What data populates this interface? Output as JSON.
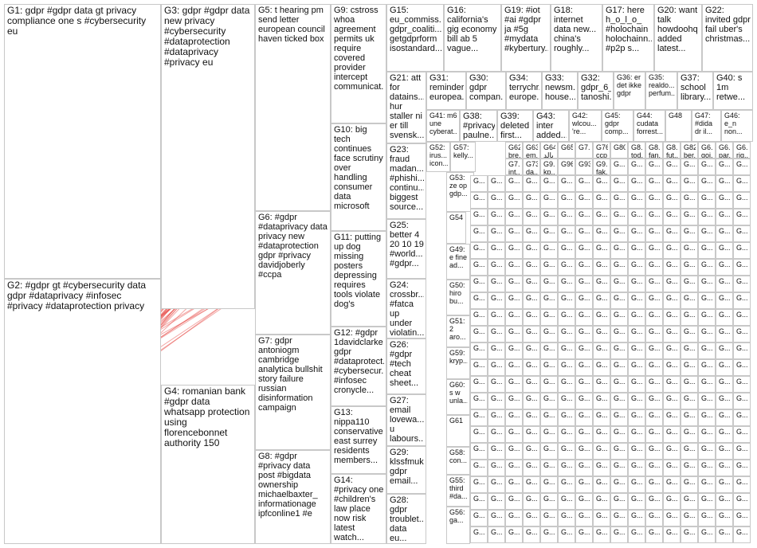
{
  "groups": [
    {
      "id": "G1",
      "label": "G1: gdpr #gdpr data gt privacy compliance one s #cybersecurity eu",
      "color": "#1a237e",
      "node_type": "grid"
    },
    {
      "id": "G2",
      "label": "G2: #gdpr gt #cybersecurity data gdpr #dataprivacy #infosec #privacy #dataprotection privacy",
      "color": "#1565c0",
      "node_type": "radial"
    },
    {
      "id": "G3",
      "label": "G3: gdpr #gdpr data new privacy #cybersecurity #dataprotection #dataprivacy #privacy eu",
      "color": "#1b5e20",
      "node_type": "ellipse"
    },
    {
      "id": "G4",
      "label": "G4: romanian bank #gdpr data whatsapp protection using florencebonnet authority 150",
      "color": "#2e7d32",
      "node_type": "cluster"
    },
    {
      "id": "G5",
      "label": "G5: t hearing pm send letter european council haven ticked box",
      "color": "#b71c1c",
      "node_type": "cluster"
    },
    {
      "id": "G6",
      "label": "G6: #gdpr #dataprivacy data privacy new #dataprotection gdpr #privacy davidjoberly #ccpa",
      "color": "#e65100",
      "node_type": "cluster"
    },
    {
      "id": "G7",
      "label": "G7: gdpr antoniogm cambridge analytica bullshit story failure russian disinformation campaign",
      "color": "#9e9d24",
      "node_type": "cluster"
    },
    {
      "id": "G8",
      "label": "G8: #gdpr #privacy data post #bigdata ownership michaelbaxter_ informationage ipfconline1 #e",
      "color": "#4e342e",
      "node_type": "cluster"
    },
    {
      "id": "G9",
      "label": "G9: cstross whoa agreement permits uk require covered provider intercept communicat...",
      "color": "#6a1b9a",
      "node_type": "cluster"
    },
    {
      "id": "G10",
      "label": "G10: big tech continues face scrutiny over handling consumer data microsoft",
      "color": "#7b1fa2",
      "node_type": "cluster"
    },
    {
      "id": "G11",
      "label": "G11: putting up dog missing posters depressing requires tools violate dog's",
      "color": "#ad1457",
      "node_type": "cluster"
    },
    {
      "id": "G12",
      "label": "G12: #gdpr 1davidclarke gdpr #dataprotect... #cybersecur... #infosec cronycle...",
      "color": "#283593",
      "node_type": "cluster"
    },
    {
      "id": "G13",
      "label": "G13: nippa110 conservative east surrey residents members...",
      "color": "#37474f",
      "node_type": "cluster"
    },
    {
      "id": "G14",
      "label": "G14: #privacy one #children's law place now risk latest watch...",
      "color": "#00838f",
      "node_type": "cluster"
    },
    {
      "id": "G15",
      "label": "G15: eu_commiss... gdpr_coaliti... getgdprform isostandard...",
      "color": "#00695c",
      "node_type": "cluster"
    },
    {
      "id": "G16",
      "label": "G16: california's gig economy bill ab 5 vague...",
      "color": "#558b2f",
      "node_type": "cluster"
    },
    {
      "id": "G17",
      "label": "G17: here h_o_l_o_ #holochain holochainn... #p2p s...",
      "color": "#827717",
      "node_type": "cluster"
    },
    {
      "id": "G18",
      "label": "G18: internet data new... china's roughly...",
      "color": "#f9a825",
      "node_type": "cluster"
    },
    {
      "id": "G19",
      "label": "G19: #iot #ai #gdpr ja #5g #mydata #kybertury...",
      "color": "#ff6f00",
      "node_type": "cluster"
    },
    {
      "id": "G20",
      "label": "G20: want talk howdoohq added latest...",
      "color": "#d84315",
      "node_type": "cluster"
    },
    {
      "id": "G21",
      "label": "G21: att for datains... hur staller ni er till svensk...",
      "color": "#5d4037",
      "node_type": "cluster"
    },
    {
      "id": "G22",
      "label": "G22: invited gdpr fail uber's christmas...",
      "color": "#616161",
      "node_type": "cluster"
    },
    {
      "id": "G23",
      "label": "G23: fraud madan... #phishi... continu... biggest source...",
      "color": "#455a64",
      "node_type": "cluster"
    },
    {
      "id": "G24",
      "label": "G24: crossbr... #fatca up under violatin...",
      "color": "#c62828",
      "node_type": "cluster"
    },
    {
      "id": "G25",
      "label": "G25: better 4 20 10 19 #world... #gdpr...",
      "color": "#ad1457",
      "node_type": "cluster"
    },
    {
      "id": "G26",
      "label": "G26: #gdpr #tech cheat sheet...",
      "color": "#6a1b9a",
      "node_type": "cluster"
    },
    {
      "id": "G27",
      "label": "G27: email lovewa... u labours...",
      "color": "#4527a0",
      "node_type": "cluster"
    },
    {
      "id": "G28",
      "label": "G28: gdpr troublet... data eu...",
      "color": "#283593",
      "node_type": "cluster"
    },
    {
      "id": "G29",
      "label": "G29: klssfmuk gdpr email...",
      "color": "#1565c0",
      "node_type": "cluster"
    },
    {
      "id": "G30",
      "label": "G30: gdpr compan...",
      "color": "#0277bd",
      "node_type": "cluster"
    },
    {
      "id": "G31",
      "label": "G31: reminder europea...",
      "color": "#00838f",
      "node_type": "cluster"
    },
    {
      "id": "G32",
      "label": "G32: gdpr_6_ tanoshi...",
      "color": "#00695c",
      "node_type": "cluster"
    },
    {
      "id": "G33",
      "label": "G33: newsm... house...",
      "color": "#2e7d32",
      "node_type": "cluster"
    },
    {
      "id": "G34",
      "label": "G34: terrychr... europe...",
      "color": "#558b2f",
      "node_type": "cluster"
    },
    {
      "id": "G35",
      "label": "G35: realdo... perfum...",
      "color": "#9e9d24",
      "node_type": "cluster"
    },
    {
      "id": "G36",
      "label": "G36: er det ikke gdpr",
      "color": "#f9a825",
      "node_type": "cluster"
    },
    {
      "id": "G37",
      "label": "G37: school library...",
      "color": "#ff8f00",
      "node_type": "cluster"
    },
    {
      "id": "G38",
      "label": "G38: #privacy paulne...",
      "color": "#ef6c00",
      "node_type": "cluster"
    },
    {
      "id": "G39",
      "label": "G39: deleted first...",
      "color": "#d84315",
      "node_type": "cluster"
    },
    {
      "id": "G40",
      "label": "G40: s 1m retwe...",
      "color": "#4e342e",
      "node_type": "cluster"
    },
    {
      "id": "G41",
      "label": "G41: m6 une cyberat...",
      "color": "#424242",
      "node_type": "cluster"
    },
    {
      "id": "G42",
      "label": "G42: wlcou... 're...",
      "color": "#37474f",
      "node_type": "cluster"
    },
    {
      "id": "G43",
      "label": "G43: inter added...",
      "color": "#b71c1c",
      "node_type": "cluster"
    },
    {
      "id": "G44",
      "label": "G44: cudata forrest...",
      "color": "#880e4f",
      "node_type": "cluster"
    },
    {
      "id": "G45",
      "label": "G45: gdpr comp...",
      "color": "#4a148c",
      "node_type": "cluster"
    },
    {
      "id": "G46",
      "label": "G46: e_n non...",
      "color": "#311b92",
      "node_type": "cluster"
    },
    {
      "id": "G47",
      "label": "G47: #dida dr il...",
      "color": "#1a237e",
      "node_type": "cluster"
    },
    {
      "id": "G48",
      "label": "G48",
      "color": "#0d47a1",
      "node_type": "cluster"
    },
    {
      "id": "G49",
      "label": "G49: e fine ad...",
      "color": "#01579b",
      "node_type": "cluster"
    },
    {
      "id": "G50",
      "label": "G50: hiro bu...",
      "color": "#006064",
      "node_type": "cluster"
    },
    {
      "id": "G51",
      "label": "G51: 2 aro...",
      "color": "#004d40",
      "node_type": "cluster"
    },
    {
      "id": "G52",
      "label": "G52: irus... icon...",
      "color": "#1b5e20",
      "node_type": "cluster"
    },
    {
      "id": "G53",
      "label": "G53: ze op gdp...",
      "color": "#33691e",
      "node_type": "cluster"
    },
    {
      "id": "G54",
      "label": "G54",
      "color": "#827717",
      "node_type": "cluster"
    },
    {
      "id": "G55",
      "label": "G55: third #da...",
      "color": "#f57f17",
      "node_type": "cluster"
    },
    {
      "id": "G56",
      "label": "G56: ga...",
      "color": "#ff6f00",
      "node_type": "cluster"
    },
    {
      "id": "G57",
      "label": "G57: kelly...",
      "color": "#e65100",
      "node_type": "cluster"
    },
    {
      "id": "G58",
      "label": "G58: con...",
      "color": "#bf360c",
      "node_type": "cluster"
    },
    {
      "id": "G59",
      "label": "G59: kryp...",
      "color": "#3e2723",
      "node_type": "cluster"
    },
    {
      "id": "G60",
      "label": "G60: s w unla...",
      "color": "#212121",
      "node_type": "cluster"
    },
    {
      "id": "G61",
      "label": "G61",
      "color": "#263238",
      "node_type": "cluster"
    }
  ],
  "small_group_labels": [
    "G62: bre...",
    "G63: em...",
    "G64: بالد",
    "G65",
    "G7...",
    "G76: ccp",
    "G80",
    "G8... tod...",
    "G8... fan...",
    "G8... fut...",
    "G82: ber...",
    "G6... goi...",
    "G6... par...",
    "G6... rig...",
    "G7... int...",
    "G73: da...",
    "G9... kp...",
    "G96",
    "G93",
    "G9... fak..."
  ],
  "tile_label": "G...",
  "title": ""
}
